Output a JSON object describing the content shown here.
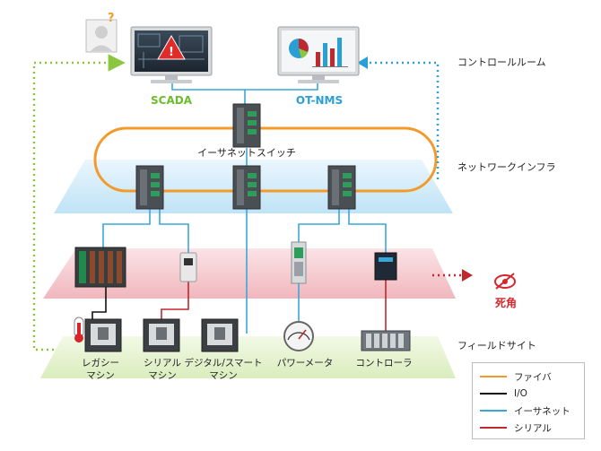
{
  "zones": {
    "control_room": "コントロールルーム",
    "network_infra": "ネットワークインフラ",
    "field_site": "フィールドサイト"
  },
  "systems": {
    "scada": "SCADA",
    "ot_nms": "OT-NMS"
  },
  "switch_label": "イーサネットスイッチ",
  "blind_spot": "死角",
  "devices": {
    "legacy": [
      "レガシー",
      "マシン"
    ],
    "serial": [
      "シリアル",
      "マシン"
    ],
    "digital": [
      "デジタル/スマート",
      "マシン"
    ],
    "power_meter": "パワーメータ",
    "controller": "コントローラ"
  },
  "legend": [
    {
      "label": "ファイバ",
      "color": "#f39a2b"
    },
    {
      "label": "I/O",
      "color": "#111111"
    },
    {
      "label": "イーサネット",
      "color": "#3aa7d8"
    },
    {
      "label": "シリアル",
      "color": "#c0282d"
    }
  ],
  "colors": {
    "scada_text": "#6cbd2e",
    "otnms_text": "#2a9fd6",
    "blind_spot": "#d6262b",
    "dotted_green": "#8cc63f",
    "dotted_blue": "#2a9fd6"
  }
}
